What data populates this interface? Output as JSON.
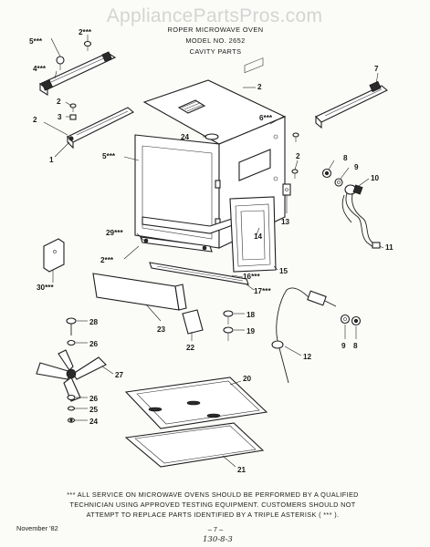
{
  "watermark": "AppliancePartsPros.com",
  "title": {
    "line1": "ROPER MICROWAVE OVEN",
    "line2": "MODEL NO. 2652",
    "line3": "CAVITY PARTS"
  },
  "callouts": [
    "2***",
    "5***",
    "4***",
    "7",
    "2",
    "2",
    "3",
    "2",
    "1",
    "6***",
    "24",
    "5***",
    "2",
    "8",
    "9",
    "10",
    "13",
    "14",
    "29***",
    "2***",
    "11",
    "30***",
    "16***",
    "15",
    "17***",
    "28",
    "23",
    "18",
    "19",
    "22",
    "26",
    "12",
    "9",
    "8",
    "27",
    "20",
    "26",
    "25",
    "24",
    "21"
  ],
  "notice": {
    "line1": "*** ALL SERVICE ON MICROWAVE OVENS SHOULD BE PERFORMED BY A QUALIFIED",
    "line2": "TECHNICIAN USING APPROVED TESTING EQUIPMENT. CUSTOMERS SHOULD NOT",
    "line3": "ATTEMPT TO REPLACE PARTS IDENTIFIED BY A TRIPLE ASTERISK ( *** )."
  },
  "footer": {
    "date": "November '82",
    "page": "– 7 –",
    "handwritten": "130-8-3"
  }
}
